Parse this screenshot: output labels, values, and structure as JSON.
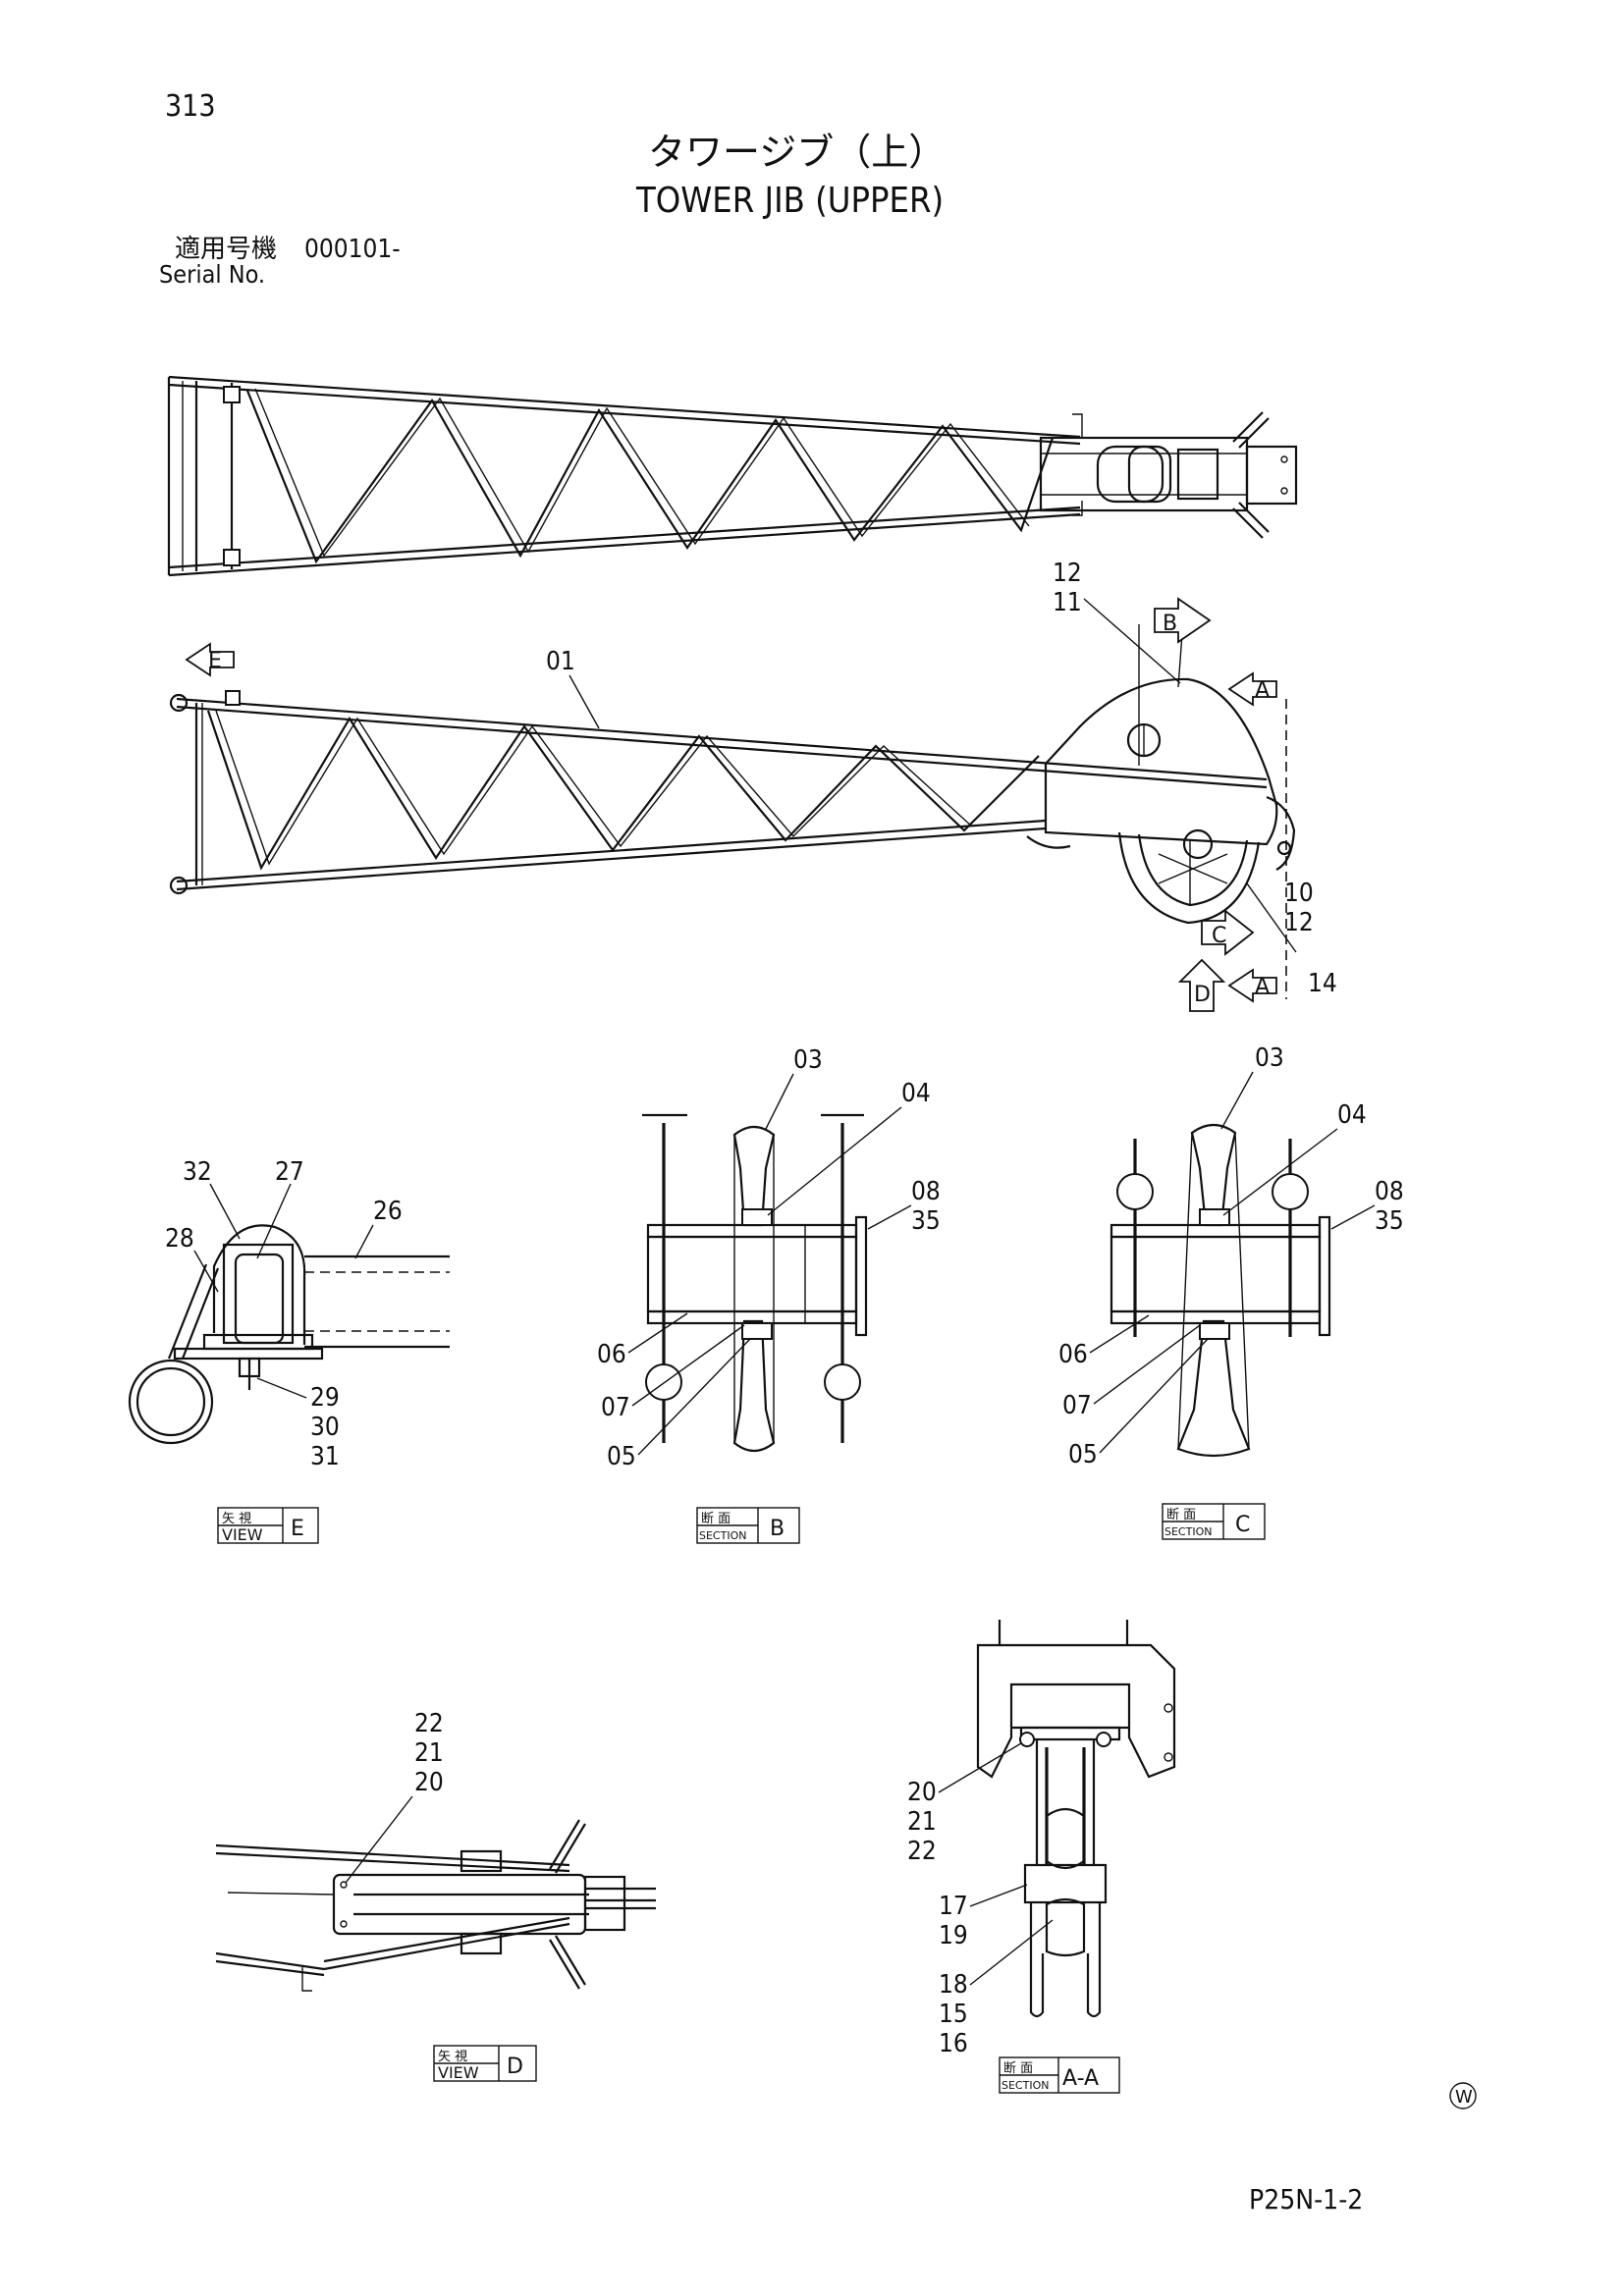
{
  "page_number": "313",
  "title_jp": "タワージブ（上）",
  "title_en": "TOWER JIB (UPPER)",
  "serial_label_jp": "適用号機",
  "serial_value": "000101-",
  "serial_label_en": "Serial No.",
  "footer_code": "P25N-1-2",
  "footer_mark": "W",
  "view_arrows": {
    "A": "A",
    "B": "B",
    "C": "C",
    "D": "D",
    "E": "E"
  },
  "side_view_callouts": {
    "c01": "01",
    "c12a": "12",
    "c11": "11",
    "c10": "10",
    "c12b": "12",
    "c14": "14"
  },
  "view_e": {
    "callouts": {
      "c32": "32",
      "c27": "27",
      "c26": "26",
      "c28": "28",
      "c29": "29",
      "c30": "30",
      "c31": "31"
    },
    "caption_jp": "矢 視",
    "caption_en": "VIEW",
    "caption_letter": "E"
  },
  "section_b": {
    "callouts": {
      "c03": "03",
      "c04": "04",
      "c08": "08",
      "c35": "35",
      "c06": "06",
      "c07": "07",
      "c05": "05"
    },
    "caption_jp": "断 面",
    "caption_en": "SECTION",
    "caption_letter": "B"
  },
  "section_c": {
    "callouts": {
      "c03": "03",
      "c04": "04",
      "c08": "08",
      "c35": "35",
      "c06": "06",
      "c07": "07",
      "c05": "05"
    },
    "caption_jp": "断 面",
    "caption_en": "SECTION",
    "caption_letter": "C"
  },
  "view_d": {
    "callouts": {
      "c22": "22",
      "c21": "21",
      "c20": "20"
    },
    "caption_jp": "矢 視",
    "caption_en": "VIEW",
    "caption_letter": "D"
  },
  "section_aa": {
    "callouts": {
      "c20": "20",
      "c21": "21",
      "c22": "22",
      "c17": "17",
      "c19": "19",
      "c18": "18",
      "c15": "15",
      "c16": "16"
    },
    "caption_jp": "断 面",
    "caption_en": "SECTION",
    "caption_letter": "A-A"
  }
}
